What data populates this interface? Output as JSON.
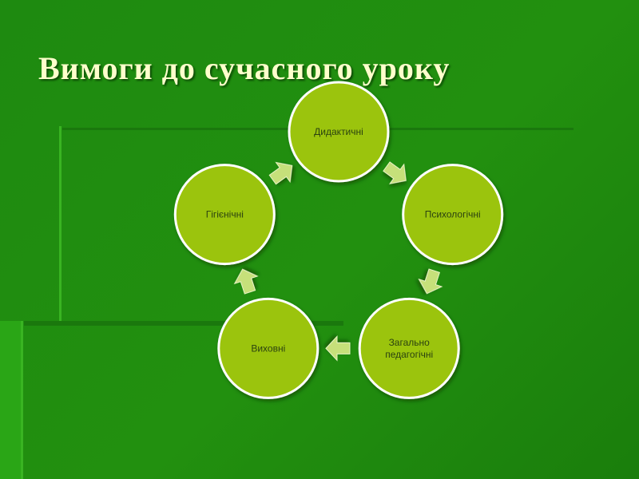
{
  "slide": {
    "title": "Вимоги до сучасного уроку"
  },
  "colors": {
    "background": "#1f8a12",
    "title_text": "#ffffcc",
    "node_fill": "#9bc40c",
    "node_border": "#ffffff",
    "arrow_fill": "#c6e07a"
  },
  "cycle": {
    "nodes": [
      {
        "id": "didactic",
        "lines": [
          "Дидактичні"
        ]
      },
      {
        "id": "psychological",
        "lines": [
          "Психологічні"
        ]
      },
      {
        "id": "general-pedagogical",
        "lines": [
          "Загально",
          "педагогічні"
        ]
      },
      {
        "id": "educational",
        "lines": [
          "Виховні"
        ]
      },
      {
        "id": "hygienic",
        "lines": [
          "Гігієнічні"
        ]
      }
    ],
    "direction": "clockwise"
  }
}
